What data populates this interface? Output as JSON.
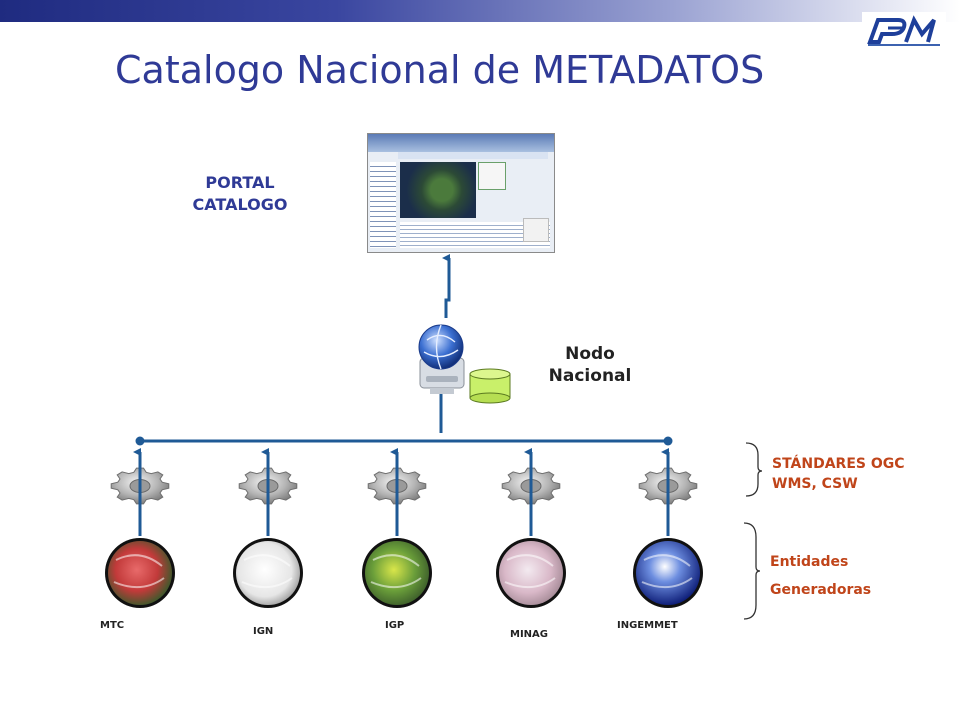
{
  "slide": {
    "title": "Catalogo Nacional de METADATOS",
    "logo_icon": "pem-logo-icon"
  },
  "portal": {
    "line1": "PORTAL",
    "line2": "CATALOGO"
  },
  "nodo": {
    "line1": "Nodo",
    "line2": "Nacional"
  },
  "standards": {
    "line1": "STÁNDARES OGC",
    "line2": "WMS, CSW"
  },
  "entidades": {
    "line1": "Entidades",
    "line2": "Generadoras",
    "items": [
      {
        "name": "MTC",
        "icon": "mtc-globe-icon"
      },
      {
        "name": "IGN",
        "icon": "ign-globe-icon"
      },
      {
        "name": "IGP",
        "icon": "igp-globe-icon"
      },
      {
        "name": "MINAG",
        "icon": "minag-globe-icon"
      },
      {
        "name": "INGEMMET",
        "icon": "ingemmet-globe-icon"
      }
    ]
  },
  "colors": {
    "title": "#2f3a96",
    "connector": "#1f5a96",
    "standards_text": "#c0451a",
    "database": "#c9f06a"
  }
}
